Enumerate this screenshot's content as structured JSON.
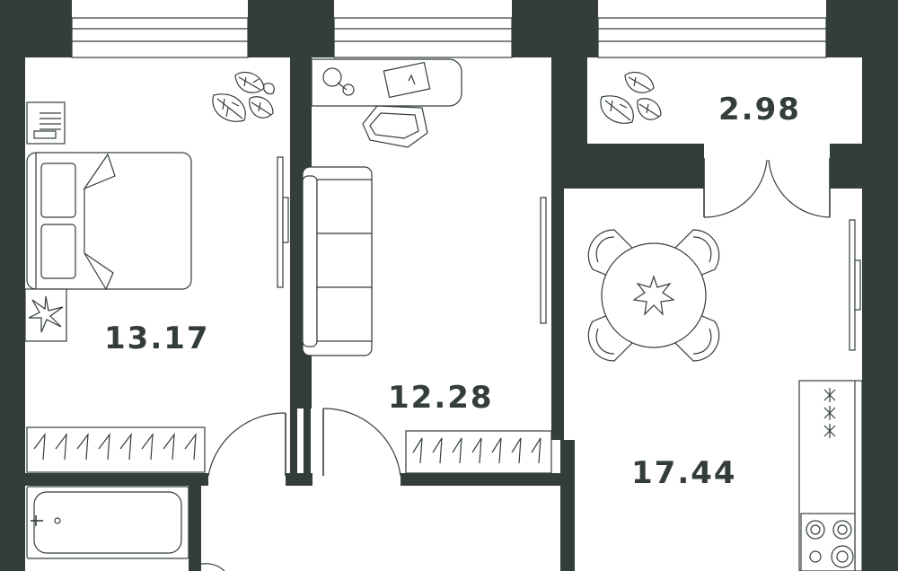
{
  "colors": {
    "wall": "#333d3b",
    "background": "#ffffff"
  },
  "rooms": [
    {
      "id": "bedroom",
      "area": "13.17"
    },
    {
      "id": "living",
      "area": "12.28"
    },
    {
      "id": "kitchen",
      "area": "17.44"
    },
    {
      "id": "balcony",
      "area": "2.98"
    }
  ],
  "icons": [
    "bed-icon",
    "sofa-icon",
    "desk-icon",
    "chair-icon",
    "dining-table-icon",
    "plant-icon",
    "wardrobe-icon",
    "bathtub-icon",
    "stove-icon",
    "door-icon",
    "window-icon",
    "radiator-icon"
  ]
}
